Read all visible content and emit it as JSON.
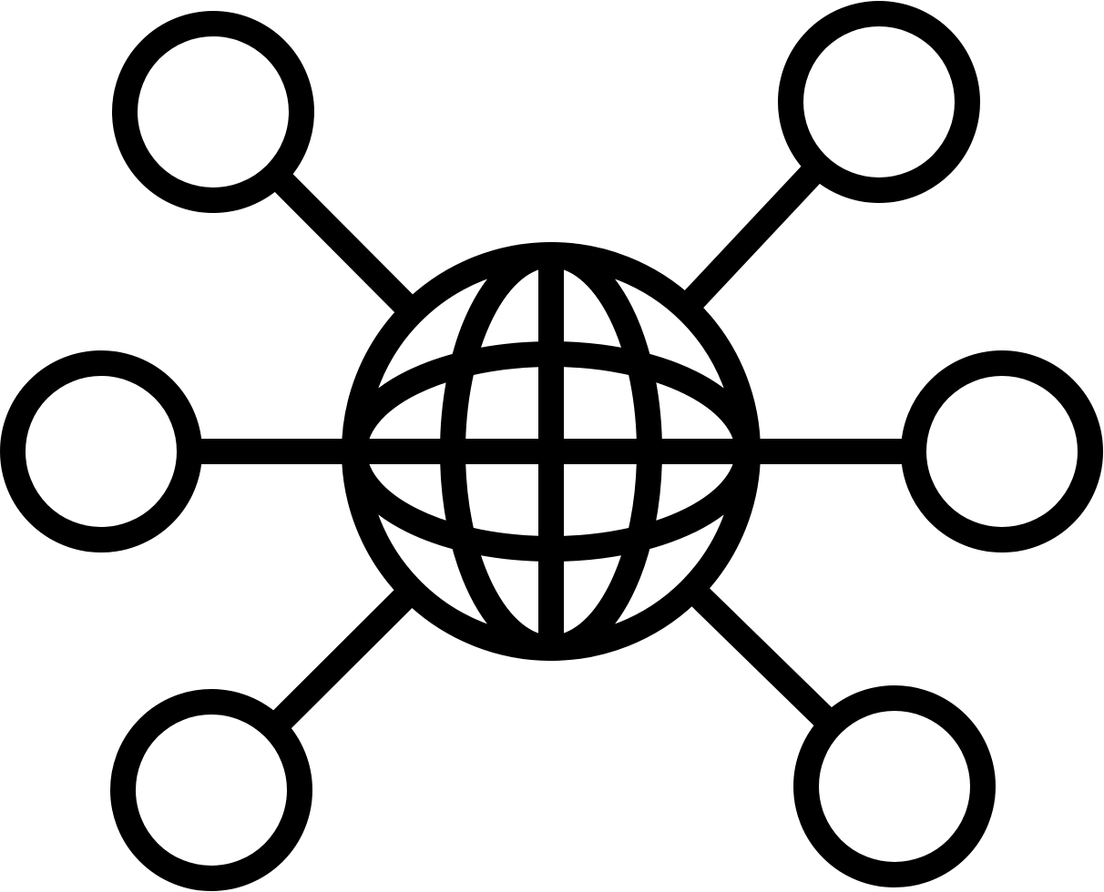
{
  "icon": {
    "name": "global-network-icon",
    "style": "outline",
    "stroke_color": "#000000",
    "background_color": "#ffffff",
    "hub": "globe",
    "node_count": 6,
    "nodes": [
      {
        "name": "node-top-left"
      },
      {
        "name": "node-top-right"
      },
      {
        "name": "node-middle-left"
      },
      {
        "name": "node-middle-right"
      },
      {
        "name": "node-bottom-left"
      },
      {
        "name": "node-bottom-right"
      }
    ]
  }
}
